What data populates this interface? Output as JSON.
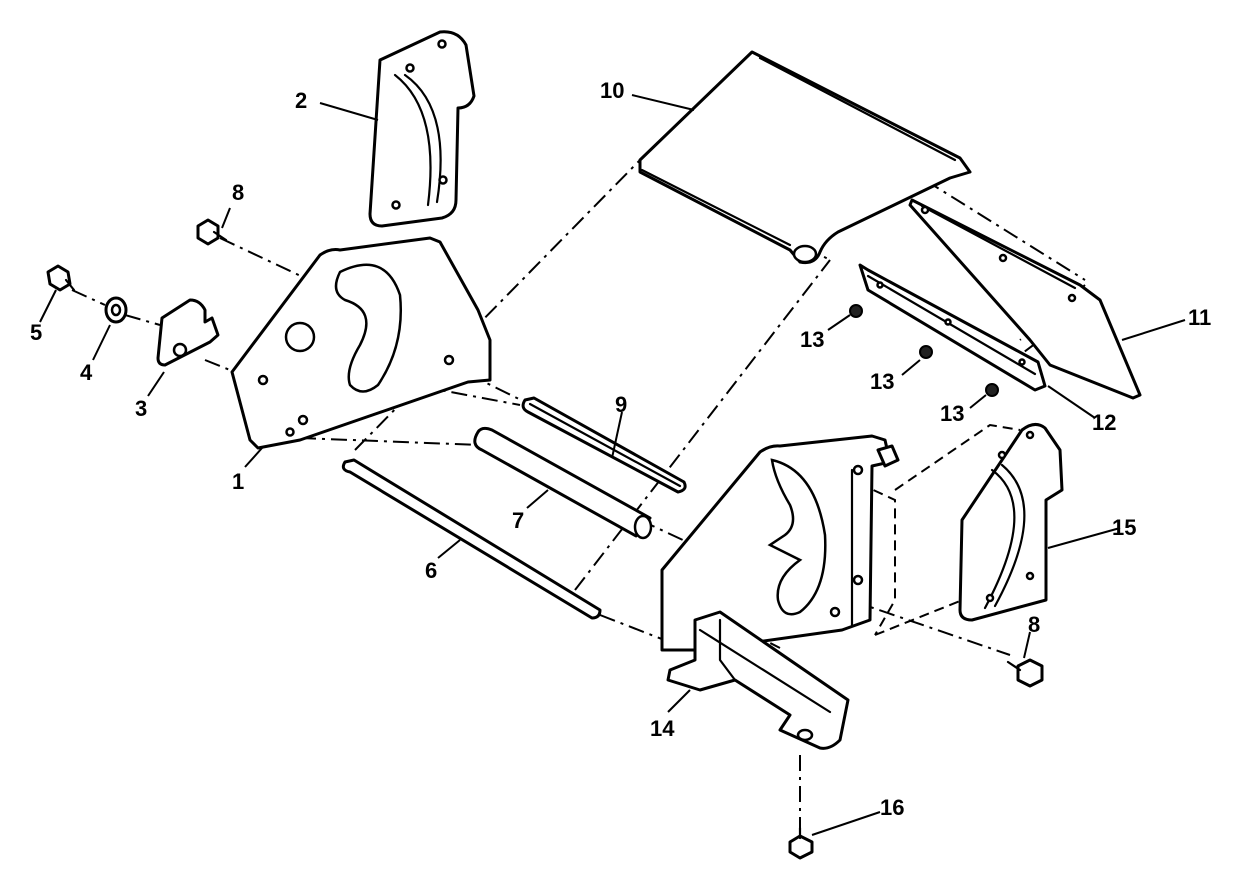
{
  "callouts": [
    {
      "id": "c1",
      "text": "1"
    },
    {
      "id": "c2",
      "text": "2"
    },
    {
      "id": "c3",
      "text": "3"
    },
    {
      "id": "c4",
      "text": "4"
    },
    {
      "id": "c5",
      "text": "5"
    },
    {
      "id": "c6",
      "text": "6"
    },
    {
      "id": "c7",
      "text": "7"
    },
    {
      "id": "c8a",
      "text": "8"
    },
    {
      "id": "c8b",
      "text": "8"
    },
    {
      "id": "c9",
      "text": "9"
    },
    {
      "id": "c10",
      "text": "10"
    },
    {
      "id": "c11",
      "text": "11"
    },
    {
      "id": "c12",
      "text": "12"
    },
    {
      "id": "c13a",
      "text": "13"
    },
    {
      "id": "c13b",
      "text": "13"
    },
    {
      "id": "c13c",
      "text": "13"
    },
    {
      "id": "c14",
      "text": "14"
    },
    {
      "id": "c15",
      "text": "15"
    },
    {
      "id": "c16",
      "text": "16"
    }
  ]
}
